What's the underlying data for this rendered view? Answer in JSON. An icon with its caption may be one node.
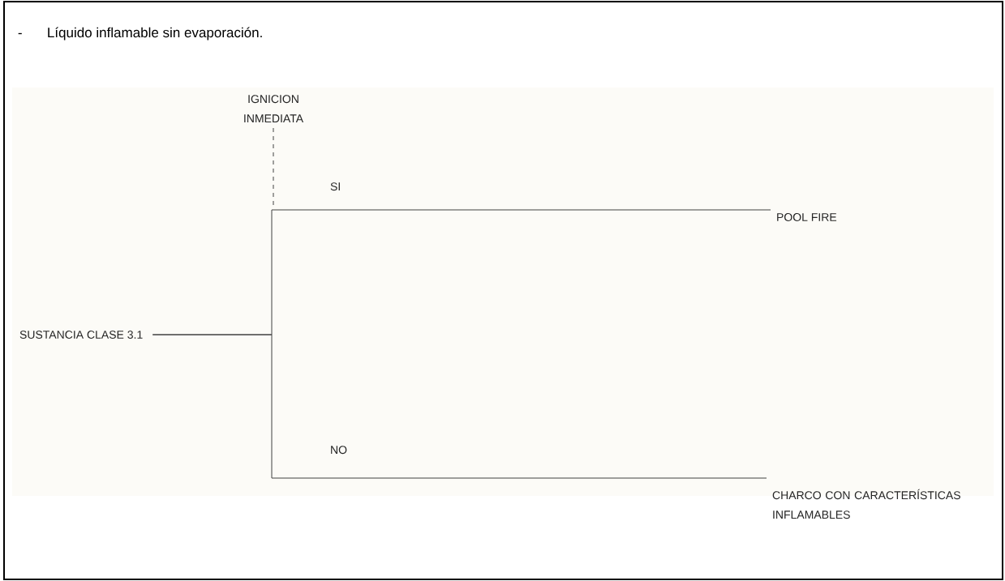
{
  "diagram": {
    "title": "Líquido inflamable sin evaporación.",
    "nodes": [
      {
        "text": [
          "SUSTANCIA CLASE 3.1"
        ]
      },
      {
        "text": [
          "IGNICION INMEDIATA"
        ]
      },
      {
        "text": [
          "POOL FIRE"
        ]
      },
      {
        "text": [
          "CHARCO CON CARACTERÍSTICAS INFLAMABLES"
        ]
      }
    ],
    "edges": [
      {
        "from": 0,
        "to": 2,
        "arrow": "none",
        "label": "SI"
      },
      {
        "from": 0,
        "to": 3,
        "arrow": "none",
        "label": "NO"
      },
      {
        "from": 1,
        "to": null,
        "arrow": "none",
        "style": "dashed"
      }
    ],
    "labels": [
      "-"
    ]
  }
}
